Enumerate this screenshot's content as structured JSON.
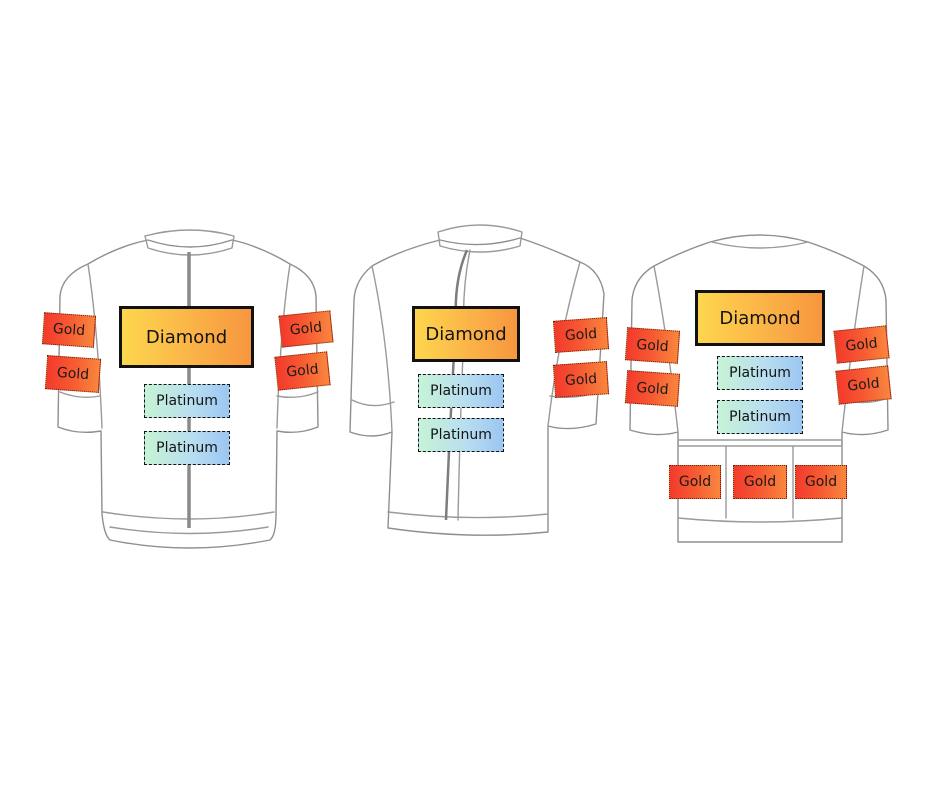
{
  "labels": {
    "diamond": "Diamond",
    "platinum": "Platinum",
    "gold": "Gold"
  },
  "colors": {
    "diamond_gradient": [
      "#fdd64e",
      "#f7963f"
    ],
    "platinum_gradient": [
      "#c6f3d5",
      "#9cc6f2"
    ],
    "gold_gradient": [
      "#f33a2c",
      "#f9863d"
    ],
    "outline": "#111111"
  }
}
